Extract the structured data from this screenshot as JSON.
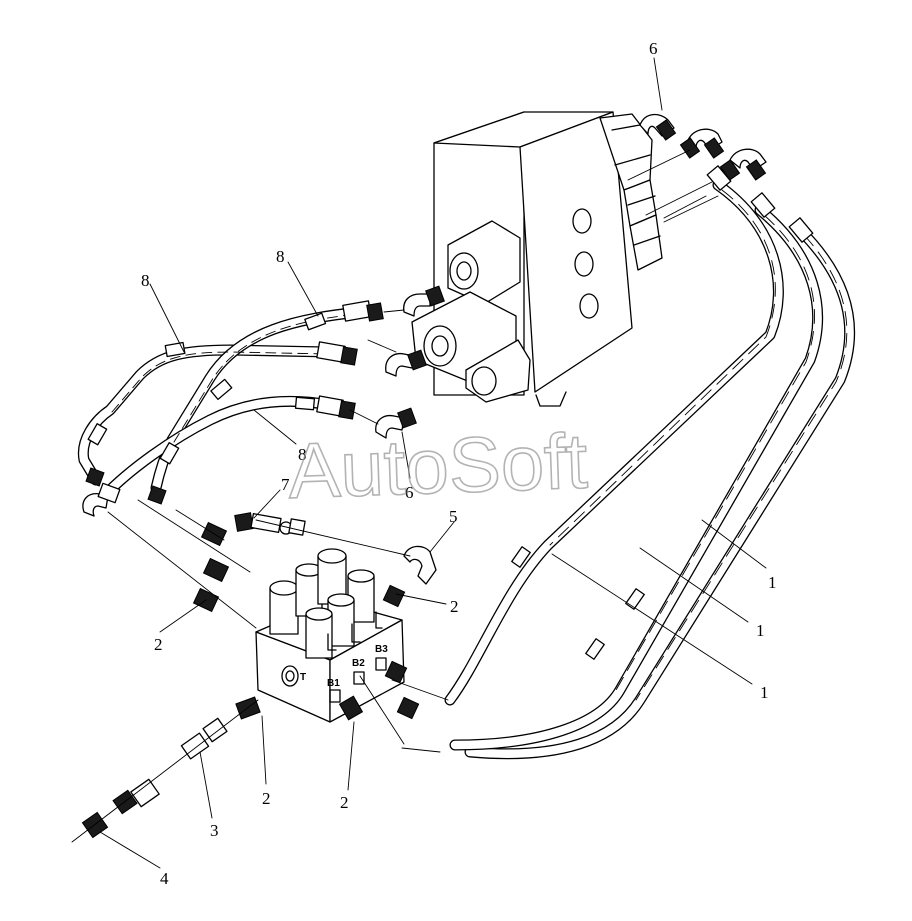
{
  "watermark": "AutoSoft",
  "callouts": [
    {
      "id": "c-1a",
      "text": "1"
    },
    {
      "id": "c-1b",
      "text": "1"
    },
    {
      "id": "c-1c",
      "text": "1"
    },
    {
      "id": "c-2a",
      "text": "2"
    },
    {
      "id": "c-2b",
      "text": "2"
    },
    {
      "id": "c-2c",
      "text": "2"
    },
    {
      "id": "c-2d",
      "text": "2"
    },
    {
      "id": "c-3",
      "text": "3"
    },
    {
      "id": "c-4",
      "text": "4"
    },
    {
      "id": "c-5",
      "text": "5"
    },
    {
      "id": "c-6a",
      "text": "6"
    },
    {
      "id": "c-6b",
      "text": "6"
    },
    {
      "id": "c-7",
      "text": "7"
    },
    {
      "id": "c-8a",
      "text": "8"
    },
    {
      "id": "c-8b",
      "text": "8"
    },
    {
      "id": "c-8c",
      "text": "8"
    }
  ],
  "manifold_ports": {
    "t": "T",
    "b1": "B1",
    "b2": "B2",
    "b3": "B3"
  }
}
